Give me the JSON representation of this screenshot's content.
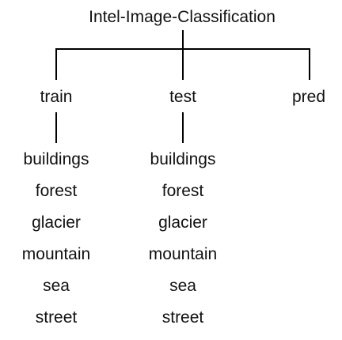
{
  "root": {
    "label": "Intel-Image-Classification"
  },
  "children": [
    {
      "label": "train",
      "items": [
        "buildings",
        "forest",
        "glacier",
        "mountain",
        "sea",
        "street"
      ]
    },
    {
      "label": "test",
      "items": [
        "buildings",
        "forest",
        "glacier",
        "mountain",
        "sea",
        "street"
      ]
    },
    {
      "label": "pred",
      "items": []
    }
  ]
}
